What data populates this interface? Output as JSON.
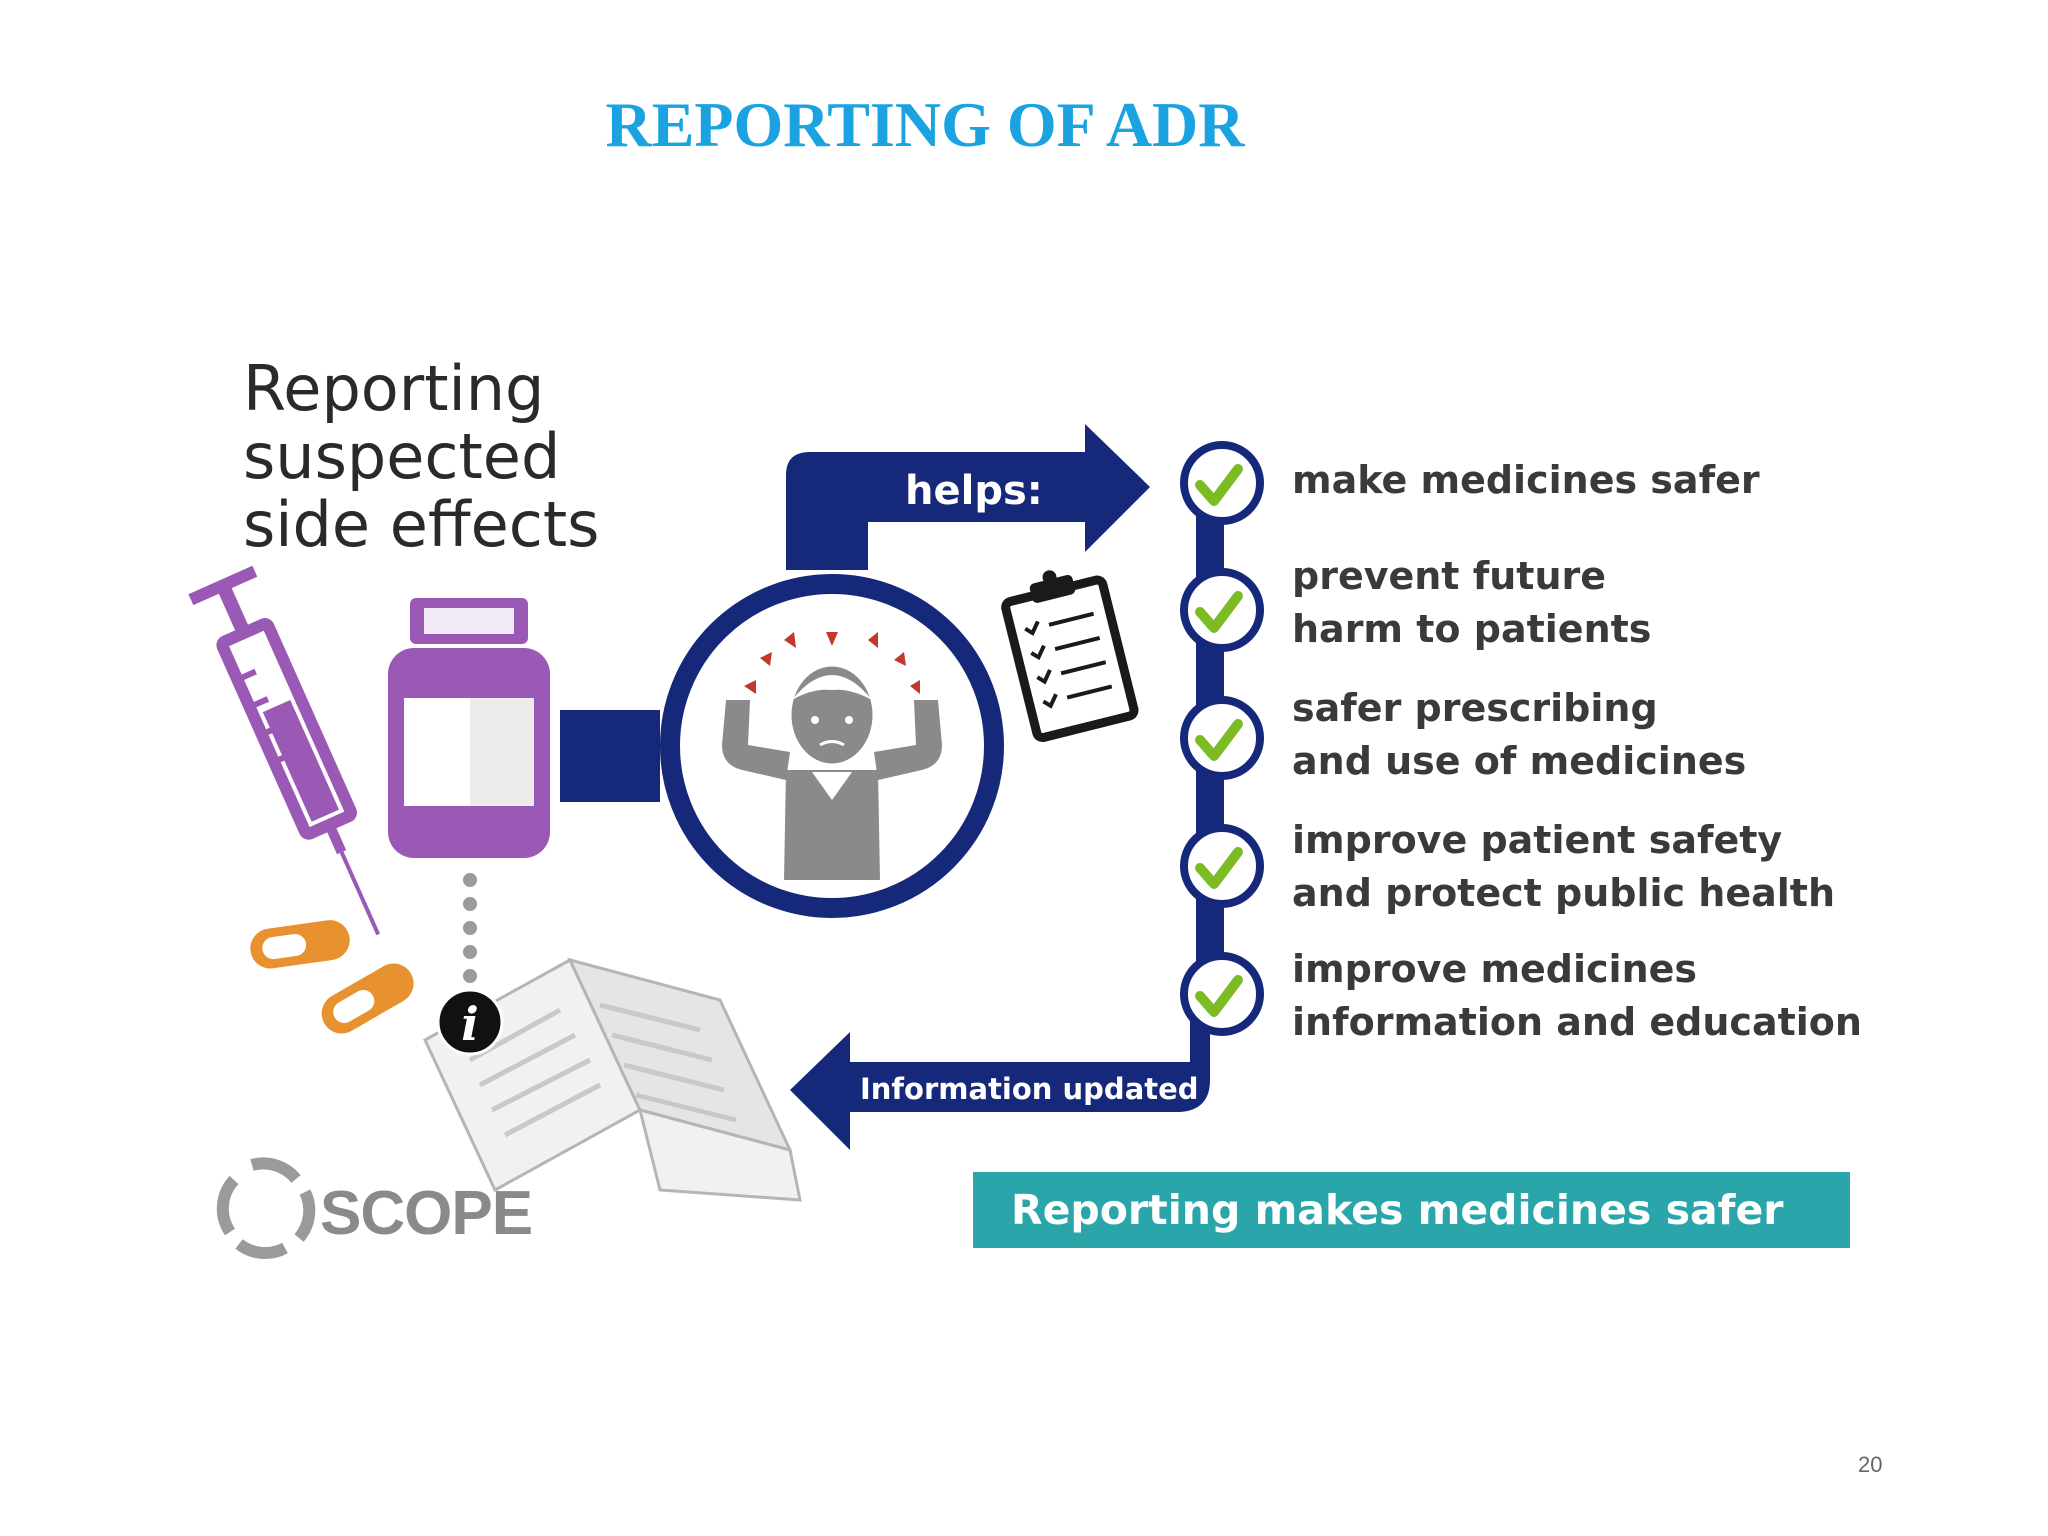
{
  "slide": {
    "title": "REPORTING OF ADR",
    "page_number": "20"
  },
  "infographic": {
    "headline": [
      "Reporting",
      "suspected",
      "side effects"
    ],
    "helps_label": "helps:",
    "benefits": [
      [
        "make medicines safer"
      ],
      [
        "prevent future",
        "harm to patients"
      ],
      [
        "safer prescribing",
        "and use of medicines"
      ],
      [
        "improve patient safety",
        "and protect public health"
      ],
      [
        "improve medicines",
        "information and education"
      ]
    ],
    "info_updated_label": "Information updated",
    "banner_text": "Reporting makes medicines safer",
    "logo_text": "SCOPE",
    "colors": {
      "navy": "#16287a",
      "purple": "#9b59b6",
      "orange": "#e8912f",
      "green_check": "#7dbb24",
      "teal_banner": "#2aa6ab",
      "title_blue": "#1aa3e0"
    },
    "icons": [
      "syringe-icon",
      "medicine-bottle-icon",
      "capsule-icon",
      "information-icon",
      "patient-distress-icon",
      "clipboard-checklist-icon",
      "checkmark-icon",
      "scope-logo-icon",
      "leaflet-icon"
    ]
  }
}
